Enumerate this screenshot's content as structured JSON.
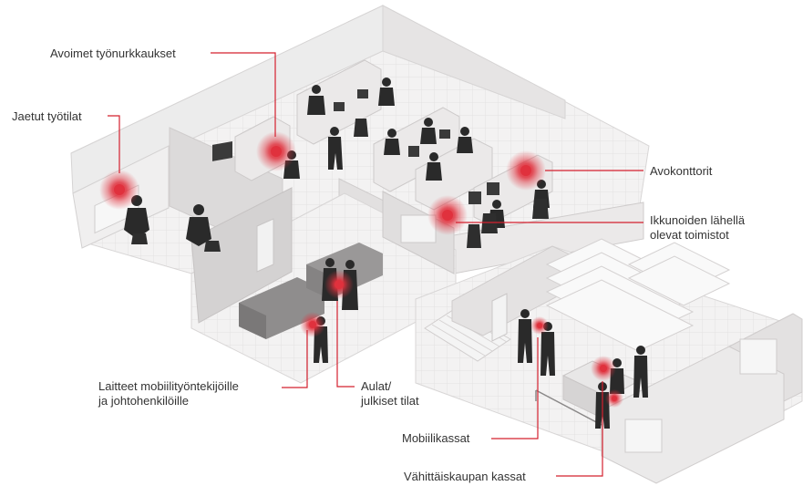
{
  "labels": {
    "open_workstations": "Avoimet työnurkkaukset",
    "shared_workspaces": "Jaetut työtilat",
    "open_offices": "Avokonttorit",
    "window_offices_line1": "Ikkunoiden lähellä",
    "window_offices_line2": "olevat toimistot",
    "mobile_devices_line1": "Laitteet mobiilityöntekijöille",
    "mobile_devices_line2": "ja johtohenkilöille",
    "lobbies_line1": "Aulat/",
    "lobbies_line2": "julkiset tilat",
    "mobile_checkouts": "Mobiilikassat",
    "retail_checkouts": "Vähittäiskaupan kassat"
  },
  "colors": {
    "accent": "#e0313d",
    "leader_line": "#d4202e",
    "floor": "#f1f0f0",
    "wall": "#dddbdb",
    "wall_dark": "#c9c6c6",
    "silhouette": "#2a2a2a"
  }
}
